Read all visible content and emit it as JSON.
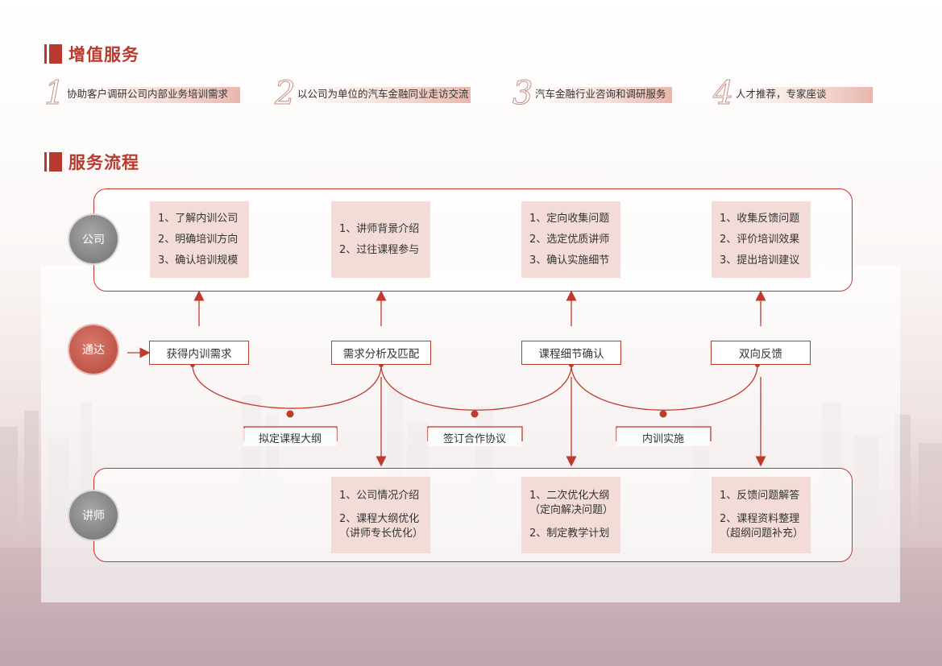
{
  "sections": {
    "value_added_title": "增值服务",
    "process_title": "服务流程"
  },
  "services": [
    {
      "num": "1",
      "text": "协助客户调研公司内部业务培训需求"
    },
    {
      "num": "2",
      "text": "以公司为单位的汽车金融同业走访交流"
    },
    {
      "num": "3",
      "text": "汽车金融行业咨询和调研服务"
    },
    {
      "num": "4",
      "text": "人才推荐，专家座谈"
    }
  ],
  "roles": {
    "company": "公司",
    "tongda": "通达",
    "lecturer": "讲师"
  },
  "company_boxes": [
    [
      "1、了解内训公司",
      "2、明确培训方向",
      "3、确认培训规模"
    ],
    [
      "1、讲师背景介绍",
      "2、过往课程参与"
    ],
    [
      "1、定向收集问题",
      "2、选定优质讲师",
      "3、确认实施细节"
    ],
    [
      "1、收集反馈问题",
      "2、评价培训效果",
      "3、提出培训建议"
    ]
  ],
  "steps": [
    "获得内训需求",
    "需求分析及匹配",
    "课程细节确认",
    "双向反馈"
  ],
  "mid_labels": [
    "拟定课程大纲",
    "签订合作协议",
    "内训实施"
  ],
  "lecturer_boxes": [
    [
      "1、公司情况介绍",
      "2、课程大纲优化\n（讲师专长优化）"
    ],
    [
      "1、二次优化大纲\n（定向解决问题）",
      "2、制定教学计划"
    ],
    [
      "1、反馈问题解答",
      "2、课程资料整理\n（超纲问题补充）"
    ]
  ],
  "colors": {
    "accent": "#b83a2e",
    "box_fill": "#f3dcd8",
    "line": "#c0392b"
  }
}
